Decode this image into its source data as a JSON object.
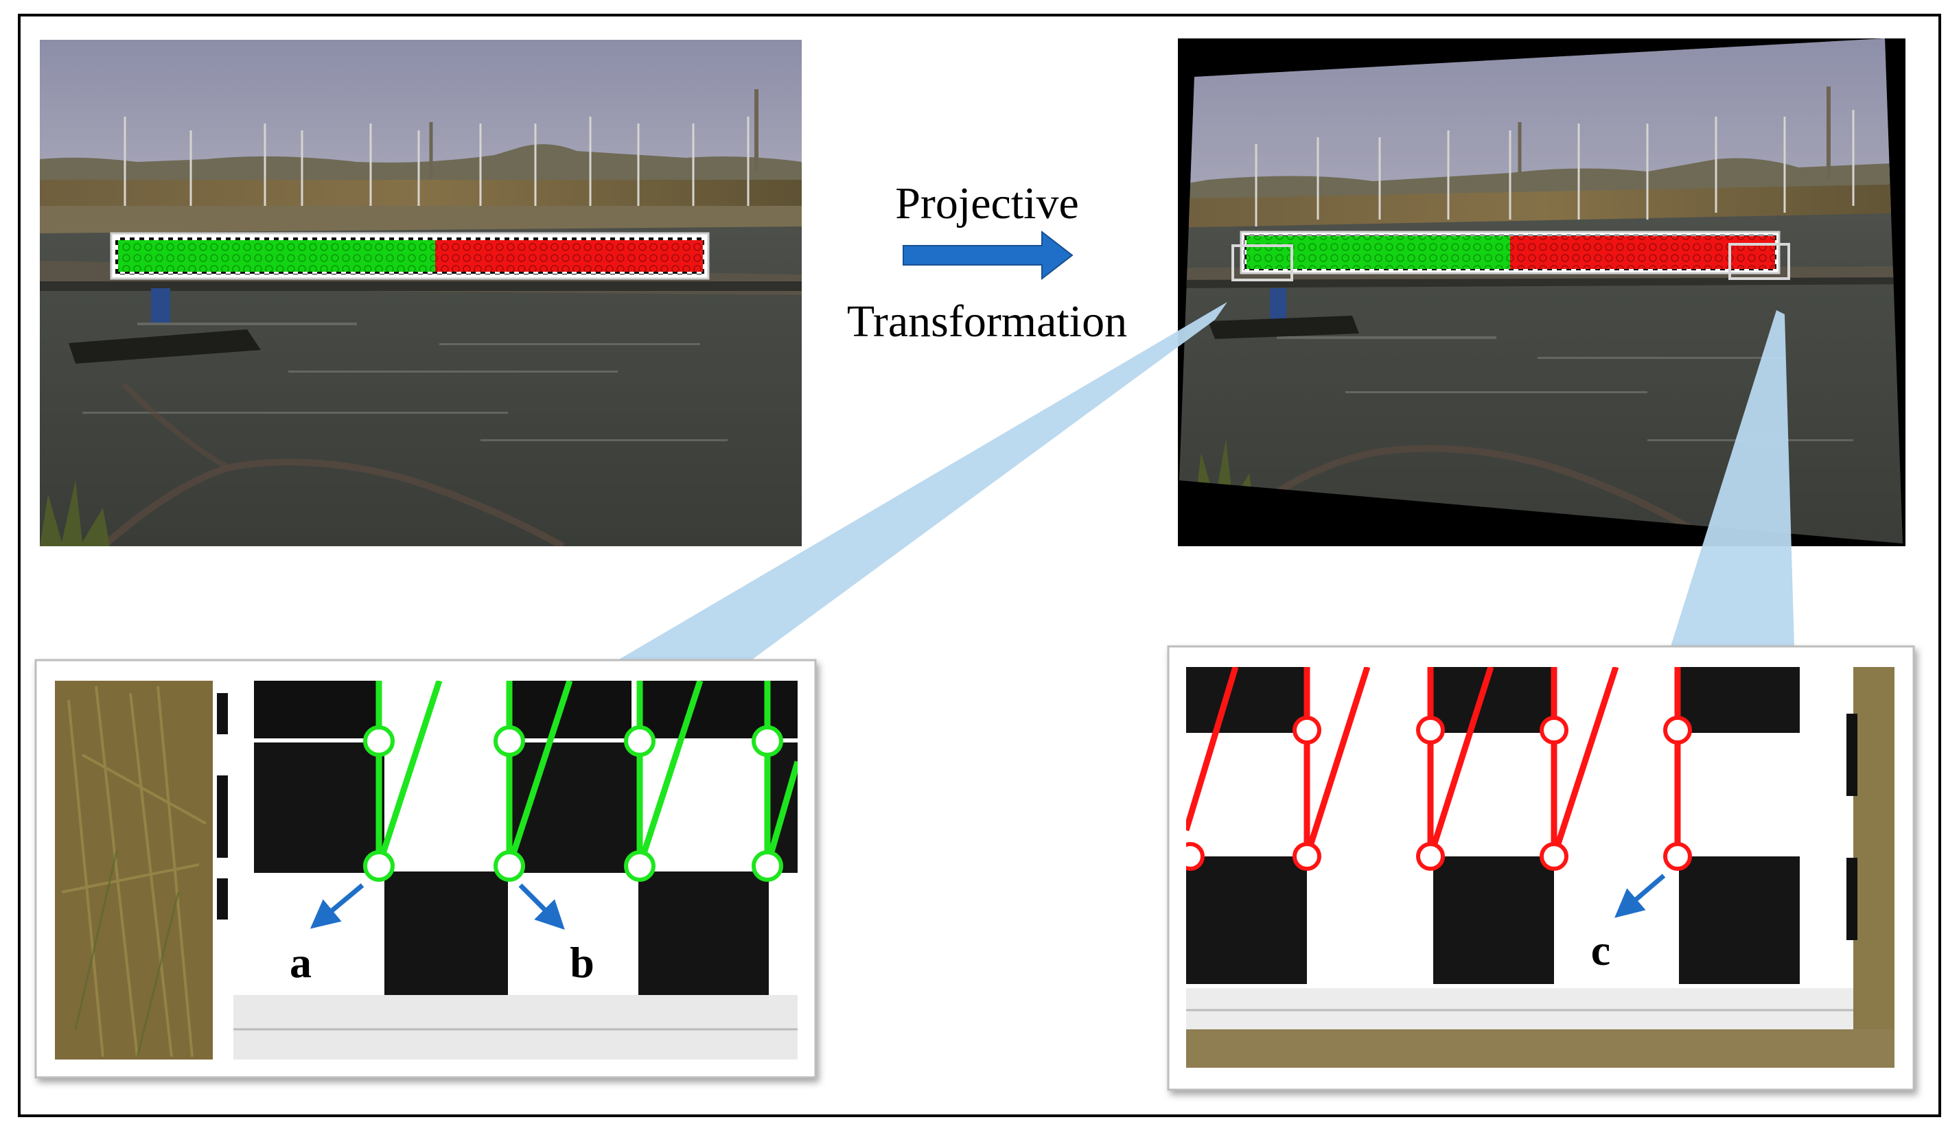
{
  "figure": {
    "arrow_label_line1": "Projective",
    "arrow_label_line2": "Transformation",
    "point_labels": [
      "a",
      "b",
      "c"
    ]
  },
  "colors": {
    "left_pattern": "#1ee61e",
    "right_pattern": "#ff1414",
    "arrow": "#1f6fc9",
    "callout": "#b7d7ee",
    "frame": "#000000"
  }
}
